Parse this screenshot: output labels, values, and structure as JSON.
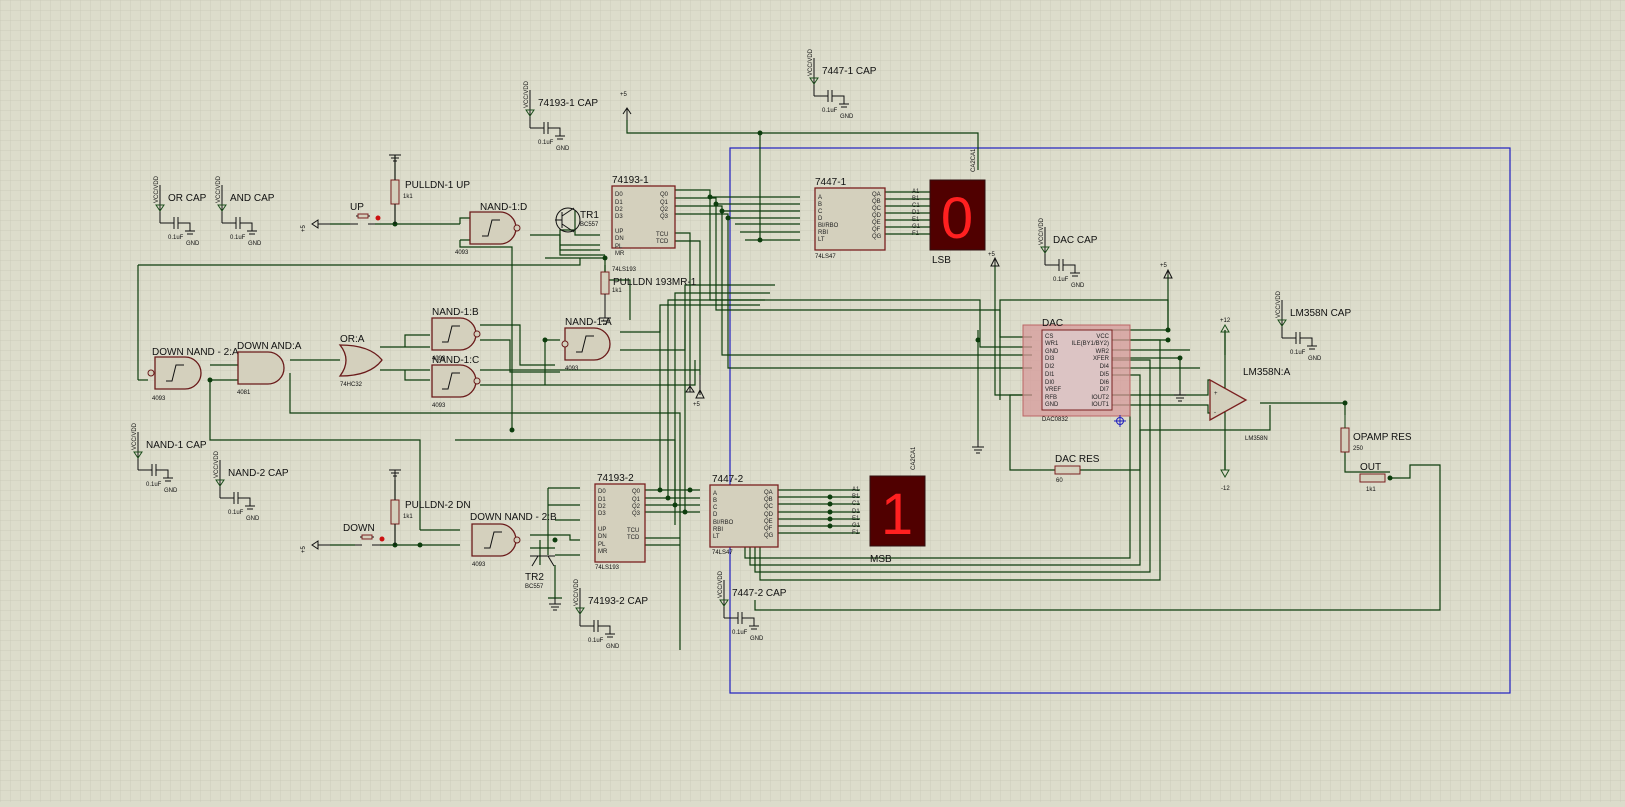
{
  "parts": {
    "ic74193_1": {
      "name": "74193-1",
      "type": "74LS193",
      "pins_in": [
        "D0",
        "D1",
        "D2",
        "D3",
        "UP",
        "DN",
        "PL",
        "MR"
      ],
      "pins_out": [
        "Q0",
        "Q1",
        "Q2",
        "Q3",
        "TCU",
        "TCD"
      ]
    },
    "ic74193_2": {
      "name": "74193-2",
      "type": "74LS193",
      "pins_in": [
        "D0",
        "D1",
        "D2",
        "D3",
        "UP",
        "DN",
        "PL",
        "MR"
      ],
      "pins_out": [
        "Q0",
        "Q1",
        "Q2",
        "Q3",
        "TCU",
        "TCD"
      ]
    },
    "ic7447_1": {
      "name": "7447-1",
      "type": "74LS47",
      "pins_in": [
        "A",
        "B",
        "C",
        "D",
        "BI/RBO",
        "RBI",
        "LT"
      ],
      "pins_out": [
        "QA",
        "QB",
        "QC",
        "QD",
        "QE",
        "QF",
        "QG"
      ]
    },
    "ic7447_2": {
      "name": "7447-2",
      "type": "74LS47",
      "pins_in": [
        "A",
        "B",
        "C",
        "D",
        "BI/RBO",
        "RBI",
        "LT"
      ],
      "pins_out": [
        "QA",
        "QB",
        "QC",
        "QD",
        "QE",
        "QF",
        "QG"
      ]
    },
    "dac": {
      "name": "DAC",
      "type": "DAC0832",
      "pins_left": [
        "CS",
        "WR1",
        "GND",
        "DI3",
        "DI2",
        "DI1",
        "DI0",
        "VREF",
        "RFB",
        "GND"
      ],
      "pins_right": [
        "VCC",
        "ILE(BY1/BY2)",
        "WR2",
        "XFER",
        "DI4",
        "DI5",
        "DI6",
        "DI7",
        "IOUT2",
        "IOUT1"
      ]
    },
    "opamp": {
      "name": "LM358N:A",
      "type": "LM358N"
    },
    "display_lsb": {
      "name": "LSB",
      "digit": "0",
      "tag": "CA2CA1"
    },
    "display_msb": {
      "name": "MSB",
      "digit": "1",
      "tag": "CA2CA1"
    },
    "tr1": {
      "name": "TR1",
      "type": "BC557"
    },
    "tr2": {
      "name": "TR2",
      "type": "BC557"
    },
    "nand1d": {
      "name": "NAND-1:D",
      "type": "4093"
    },
    "nand1b": {
      "name": "NAND-1:B",
      "type": "4093"
    },
    "nand1c": {
      "name": "NAND-1:C",
      "type": "4093"
    },
    "nand1a": {
      "name": "NAND-1:A",
      "type": "4093"
    },
    "downnand2a": {
      "name": "DOWN NAND - 2:A",
      "type": "4093"
    },
    "downnand2b": {
      "name": "DOWN NAND - 2:B",
      "type": "4093"
    },
    "downanda": {
      "name": "DOWN AND:A",
      "type": "4081"
    },
    "ora": {
      "name": "OR:A",
      "type": "74HC32"
    },
    "btn_up": {
      "name": "UP"
    },
    "btn_down": {
      "name": "DOWN"
    },
    "r_pulldn1": {
      "name": "PULLDN-1 UP",
      "value": "1k1"
    },
    "r_pulldn2": {
      "name": "PULLDN-2 DN",
      "value": "1k1"
    },
    "r_pulldn193": {
      "name": "PULLDN 193MR-1",
      "value": "1k1"
    },
    "r_dac": {
      "name": "DAC RES",
      "value": "60"
    },
    "r_opamp": {
      "name": "OPAMP RES",
      "value": "250"
    },
    "r_out": {
      "name": "OUT",
      "value": "1k1"
    }
  },
  "caps": [
    {
      "name": "OR CAP",
      "value": "0.1uF"
    },
    {
      "name": "AND CAP",
      "value": "0.1uF"
    },
    {
      "name": "74193-1 CAP",
      "value": "0.1uF"
    },
    {
      "name": "7447-1 CAP",
      "value": "0.1uF"
    },
    {
      "name": "DAC CAP",
      "value": "0.1uF"
    },
    {
      "name": "LM358N CAP",
      "value": "0.1uF"
    },
    {
      "name": "NAND-1 CAP",
      "value": "0.1uF"
    },
    {
      "name": "NAND-2 CAP",
      "value": "0.1uF"
    },
    {
      "name": "74193-2 CAP",
      "value": "0.1uF"
    },
    {
      "name": "7447-2 CAP",
      "value": "0.1uF"
    }
  ],
  "rails": {
    "vcc": "VCC/VDD",
    "gnd": "GND",
    "plus5": "+5",
    "plus12": "+12",
    "minus12": "-12"
  },
  "seg_labels_1": [
    "A1",
    "B1",
    "C1",
    "D1",
    "E1",
    "G1",
    "F1"
  ],
  "seg_labels_2": [
    "A1",
    "B1",
    "C1",
    "D1",
    "E1",
    "G1",
    "F1"
  ],
  "colors": {
    "background": "#dcdccb",
    "grid": "#c6c6b4",
    "wire": "#0d3d0d",
    "border": "#1f1fbf",
    "display_on": "#ff2020",
    "dac_fill": "#d79b9b"
  }
}
